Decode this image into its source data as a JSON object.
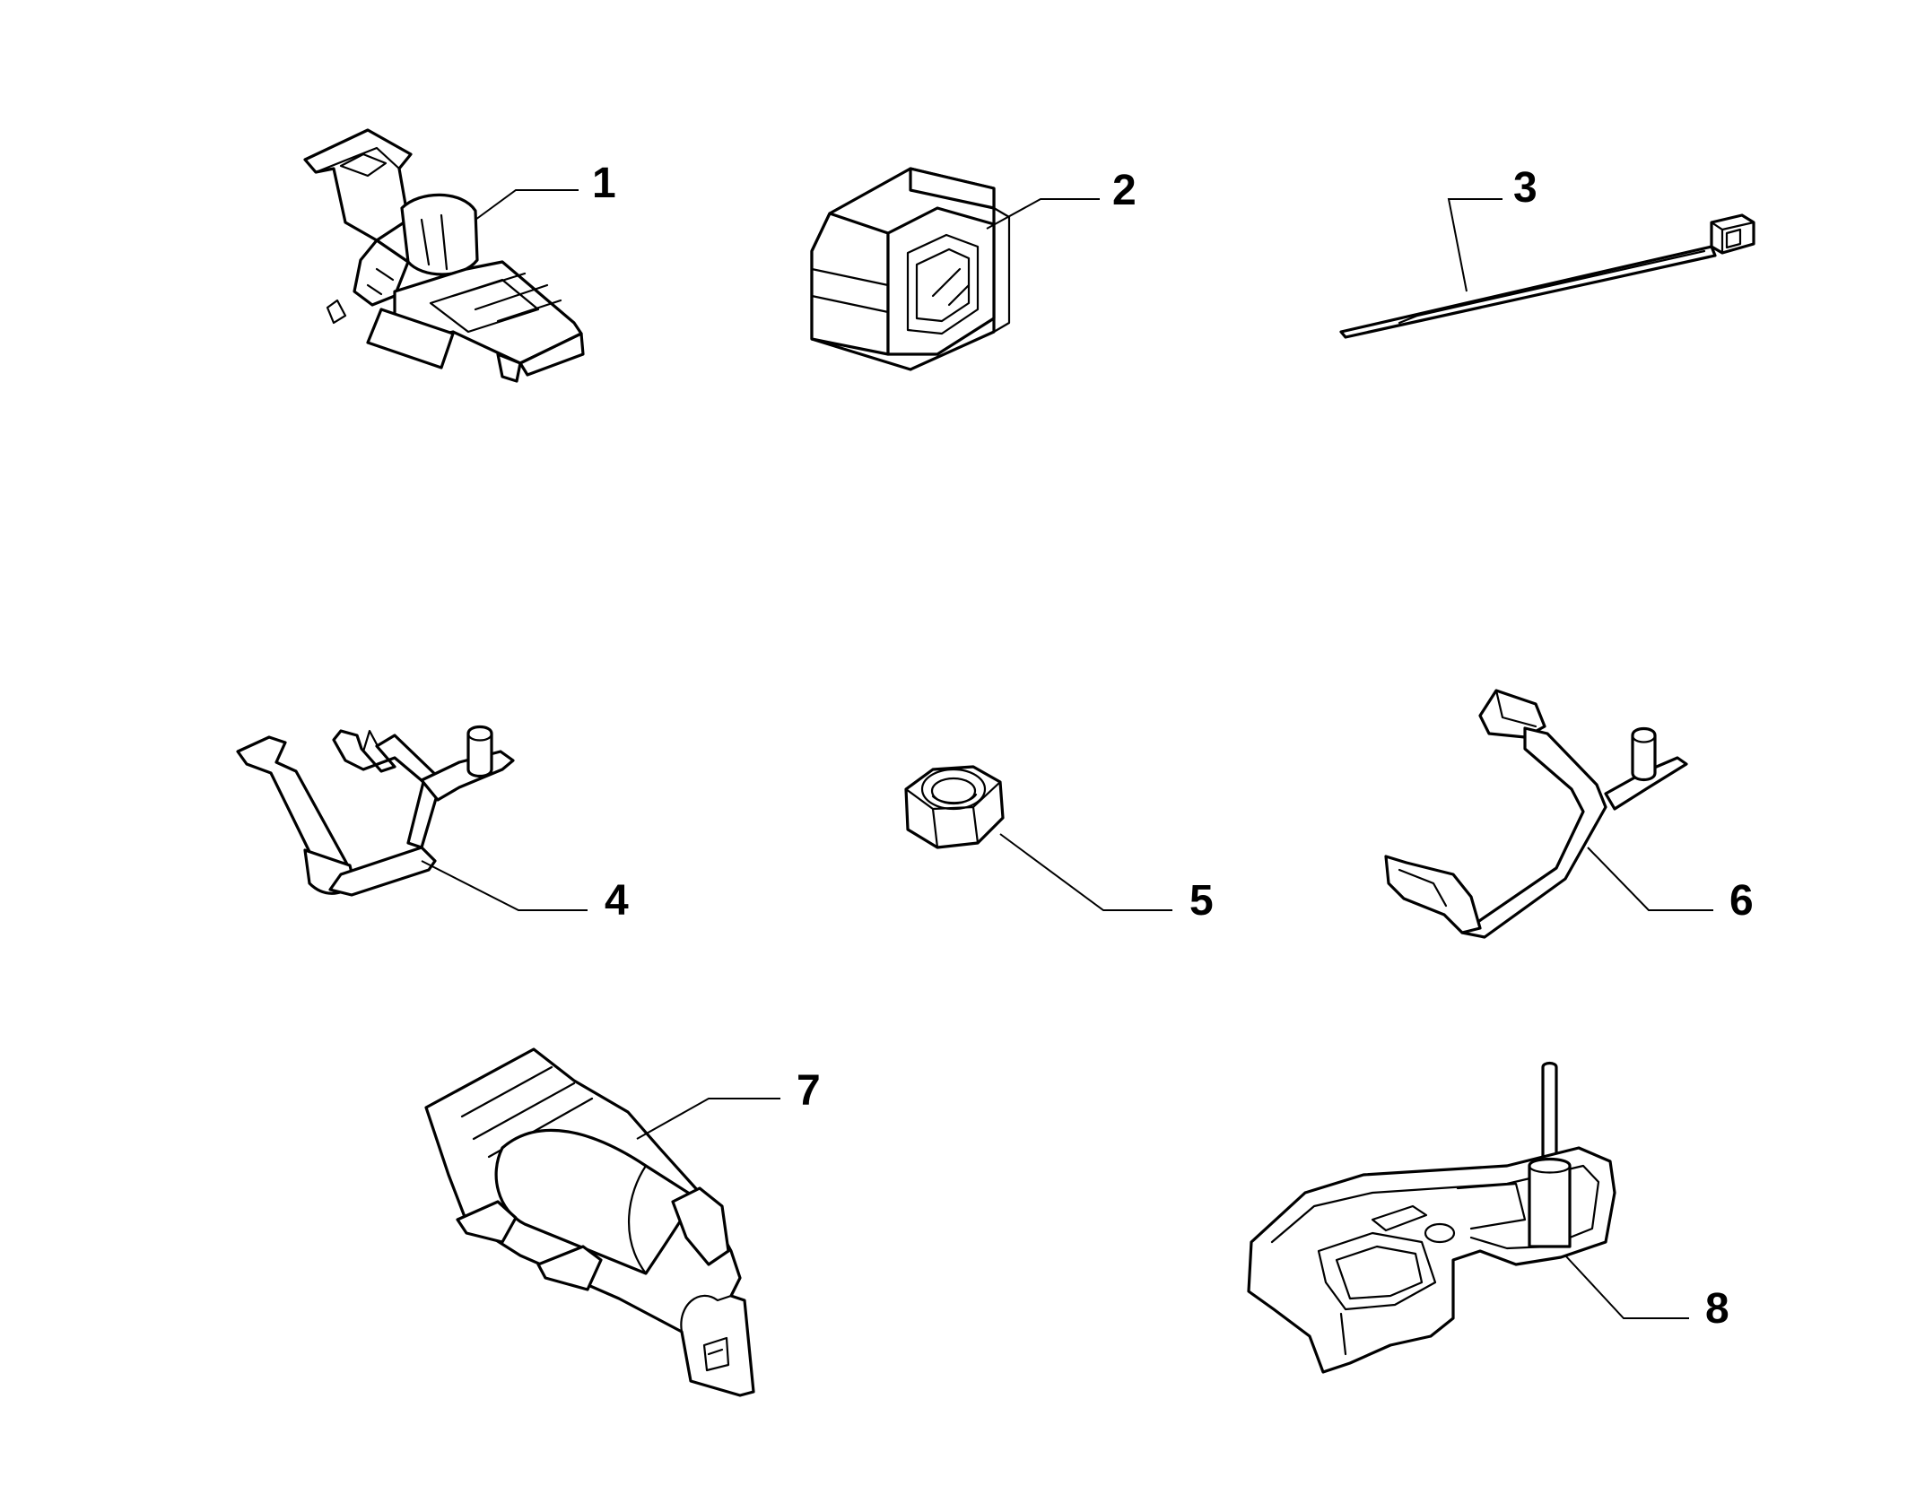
{
  "parts": [
    {
      "number": "1",
      "icon": "harness-clip-icon"
    },
    {
      "number": "2",
      "icon": "grommet-frame-icon"
    },
    {
      "number": "3",
      "icon": "cable-tie-icon"
    },
    {
      "number": "4",
      "icon": "wire-bracket-icon"
    },
    {
      "number": "5",
      "icon": "hex-nut-icon"
    },
    {
      "number": "6",
      "icon": "wire-bracket-icon"
    },
    {
      "number": "7",
      "icon": "harness-channel-icon"
    },
    {
      "number": "8",
      "icon": "mounting-support-icon"
    }
  ]
}
